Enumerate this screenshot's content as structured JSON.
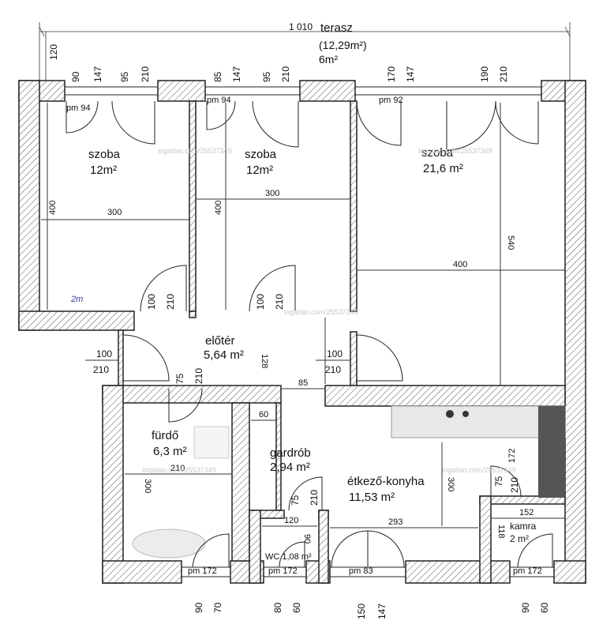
{
  "watermark": "ingatlan.com/25537349",
  "rooms": {
    "terasz": {
      "name": "terasz",
      "area_total": "(12,29m²)",
      "area": "6m²",
      "width": "1 010",
      "depth": "120"
    },
    "szoba1": {
      "name": "szoba",
      "area": "12m²",
      "width": "300",
      "height": "400"
    },
    "szoba2": {
      "name": "szoba",
      "area": "12m²",
      "width": "300",
      "height": "400"
    },
    "szoba3": {
      "name": "szoba",
      "area": "21,6 m²",
      "width": "400",
      "height": "540"
    },
    "eloter": {
      "name": "előtér",
      "area": "5,64 m²",
      "dim": "128",
      "passage": "85"
    },
    "furdo": {
      "name": "fürdő",
      "area": "6,3 m²",
      "width": "210",
      "height": "300"
    },
    "gardrob": {
      "name": "gardrób",
      "area": "2,94 m²",
      "width": "60"
    },
    "konyha": {
      "name": "étkező-konyha",
      "area": "11,53 m²",
      "width": "293",
      "height": "300",
      "wall": "172"
    },
    "kamra": {
      "name": "kamra",
      "area": "2 m²",
      "width": "152",
      "height": "118"
    },
    "wc": {
      "label": "WC 1,08 m²",
      "width": "120",
      "height": "90"
    }
  },
  "windows": {
    "w1": {
      "width": "90",
      "height": "147",
      "sill": "pm 94"
    },
    "w1b": {
      "width": "95",
      "height": "210"
    },
    "w2": {
      "width": "85",
      "height": "147",
      "sill": "pm 94"
    },
    "w2b": {
      "width": "95",
      "height": "210"
    },
    "w3": {
      "width": "170",
      "height": "147",
      "sill": "pm 92"
    },
    "w3b": {
      "width": "190",
      "height": "210"
    },
    "bw1": {
      "width": "90",
      "height": "70",
      "sill": "pm 172"
    },
    "bw2": {
      "width": "80",
      "height": "60",
      "sill": "pm 172"
    },
    "bw3": {
      "width": "150",
      "height": "147",
      "sill": "pm 83"
    },
    "bw4": {
      "width": "90",
      "height": "60",
      "sill": "pm 172"
    }
  },
  "doors": {
    "d1": {
      "width": "100",
      "height": "210"
    },
    "d2": {
      "width": "100",
      "height": "210"
    },
    "d3": {
      "width": "100",
      "height": "210"
    },
    "d4": {
      "width": "100",
      "height": "210"
    },
    "d5": {
      "width": "75",
      "height": "210"
    },
    "d6": {
      "width": "75",
      "height": "210"
    },
    "d7": {
      "width": "75",
      "height": "210"
    }
  },
  "note": "2m"
}
